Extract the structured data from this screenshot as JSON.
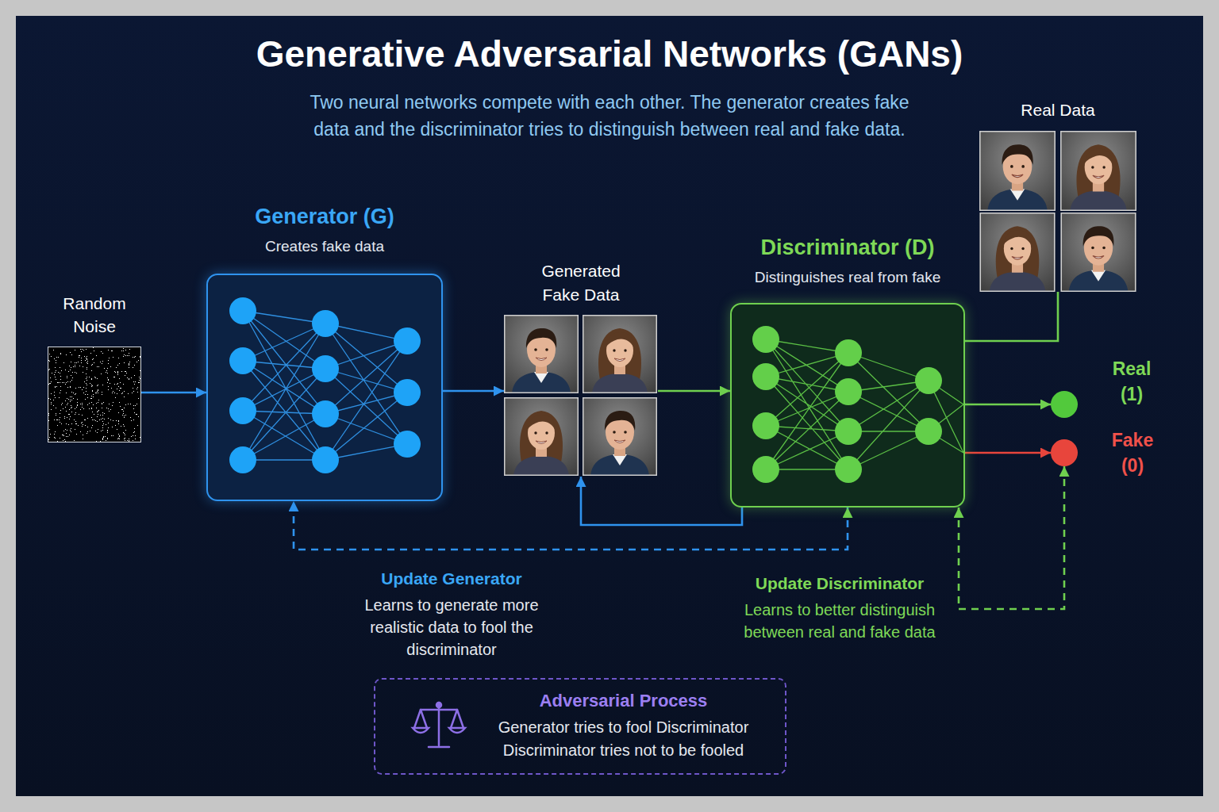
{
  "diagram": {
    "title": "Generative Adversarial Networks (GANs)",
    "nodes": [
      {
        "text": [
          "Random Noise"
        ]
      },
      {
        "text": [
          "Generator (G)",
          "Creates fake data"
        ]
      },
      {
        "text": [
          "Generated Fake Data"
        ]
      },
      {
        "text": [
          "Discriminator (D)",
          "Distinguishes real from fake"
        ]
      },
      {
        "text": [
          "Real Data"
        ]
      },
      {
        "text": [
          "Real (1)"
        ]
      },
      {
        "text": [
          "Fake (0)"
        ]
      },
      {
        "text": [
          "Adversarial Process",
          "Generator tries to fool Discriminator",
          "Discriminator tries not to be fooled"
        ]
      }
    ],
    "edges": [
      {
        "from": 0,
        "to": 1,
        "arrow": "to"
      },
      {
        "from": 1,
        "to": 2,
        "arrow": "to"
      },
      {
        "from": 2,
        "to": 3,
        "arrow": "to"
      },
      {
        "from": 4,
        "to": 3,
        "arrow": "none"
      },
      {
        "from": 3,
        "to": 5,
        "arrow": "to"
      },
      {
        "from": 3,
        "to": 6,
        "arrow": "to"
      },
      {
        "from": 3,
        "to": 2,
        "arrow": "to"
      },
      {
        "from": 3,
        "to": 1,
        "arrow": "both",
        "label": "Update Generator"
      },
      {
        "from": 3,
        "to": 6,
        "arrow": "both",
        "label": "Update Discriminator"
      }
    ],
    "labels": [
      "Two neural networks compete with each other. The generator creates fake data and the discriminator tries to distinguish between real and fake data.",
      "Learns to generate more realistic data to fool the discriminator",
      "Learns to better distinguish between real and fake data"
    ]
  }
}
